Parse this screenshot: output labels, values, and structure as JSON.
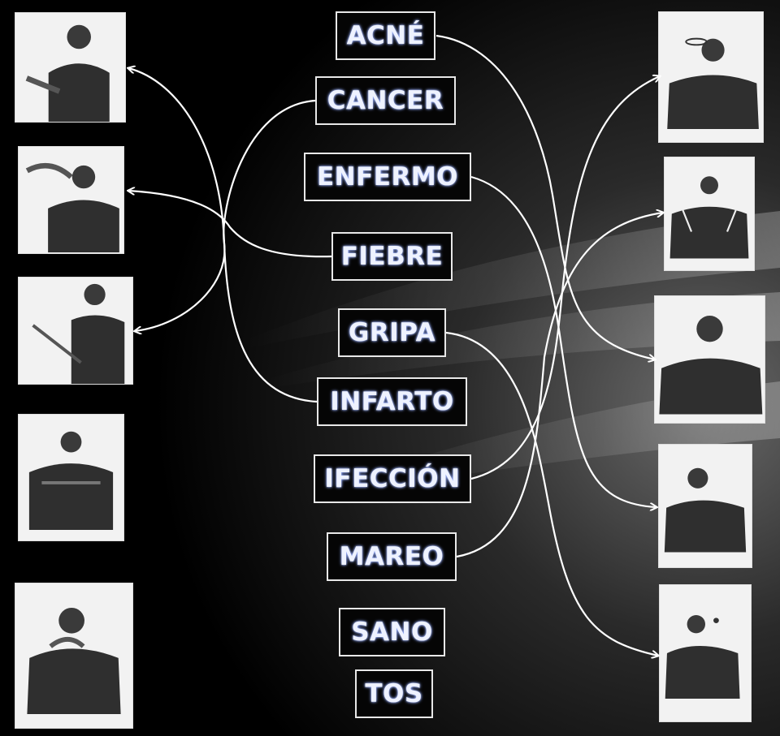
{
  "words": [
    {
      "id": "acne",
      "label": "ACNÉ"
    },
    {
      "id": "cancer",
      "label": "CANCER"
    },
    {
      "id": "enfermo",
      "label": "ENFERMO"
    },
    {
      "id": "fiebre",
      "label": "FIEBRE"
    },
    {
      "id": "gripa",
      "label": "GRIPA"
    },
    {
      "id": "infarto",
      "label": "INFARTO"
    },
    {
      "id": "ifeccion",
      "label": "IFECCIÓN"
    },
    {
      "id": "mareo",
      "label": "MAREO"
    },
    {
      "id": "sano",
      "label": "SANO"
    },
    {
      "id": "tos",
      "label": "TOS"
    }
  ],
  "colors": {
    "background": "#000000",
    "arrow": "#ffffff",
    "box_border": "#e8e8e8",
    "text_glow": "#8fa8ff"
  }
}
